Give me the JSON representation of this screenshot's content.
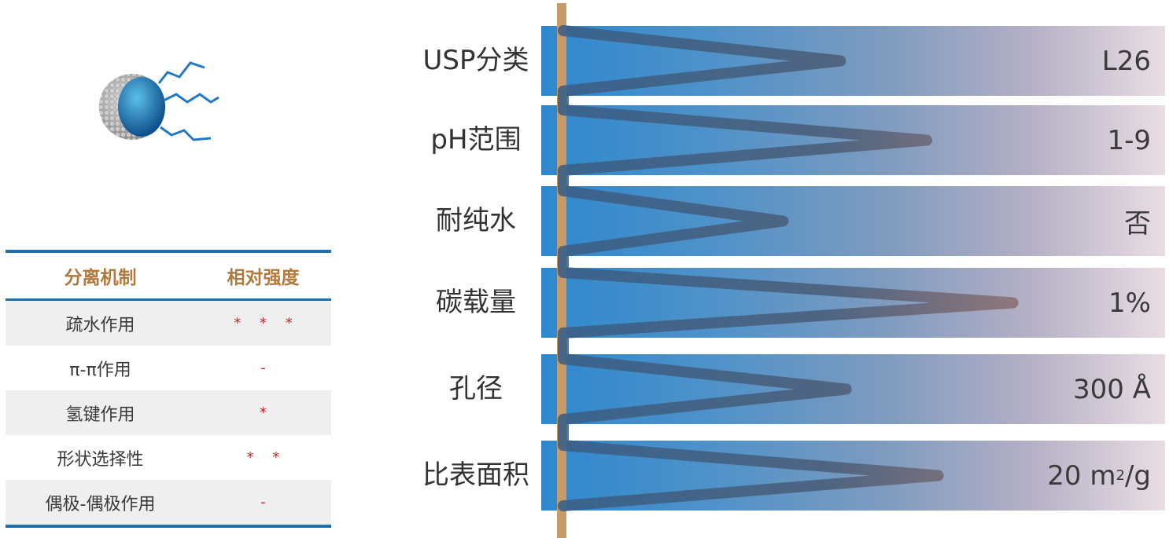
{
  "mechanism_table": {
    "headers": [
      "分离机制",
      "相对强度"
    ],
    "rows": [
      {
        "mechanism": "疏水作用",
        "strength": "* * *"
      },
      {
        "mechanism": "π-π作用",
        "strength": "-"
      },
      {
        "mechanism": "氢键作用",
        "strength": "*"
      },
      {
        "mechanism": "形状选择性",
        "strength": "* *"
      },
      {
        "mechanism": "偶极-偶极作用",
        "strength": "-"
      }
    ]
  },
  "specs": [
    {
      "label": "USP分类",
      "value": "L26",
      "level": 0.45
    },
    {
      "label": "pH范围",
      "value": "1-9",
      "level": 0.6
    },
    {
      "label": "耐纯水",
      "value": "否",
      "level": 0.35
    },
    {
      "label": "碳载量",
      "value": "1%",
      "level": 0.75
    },
    {
      "label": "孔径",
      "value": "300 Å",
      "level": 0.46
    },
    {
      "label": "比表面积",
      "value_main": "20 m",
      "value_sup": "2",
      "value_rest": "/g",
      "level": 0.62
    }
  ],
  "colors": {
    "accent_blue": "#1e6fae",
    "header_gold": "#b07a3e",
    "star_red": "#c0282d",
    "pole": "#c79a68"
  },
  "icons": [
    "silica-particle-icon"
  ]
}
